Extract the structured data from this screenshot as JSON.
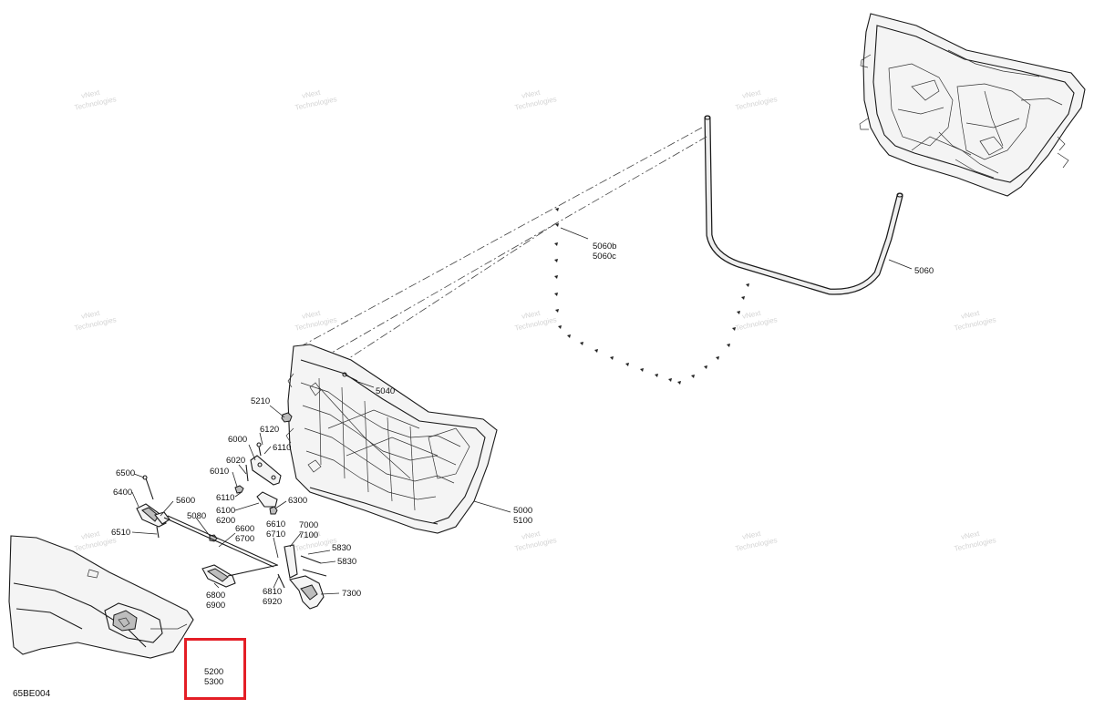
{
  "diagram_code": "65BE004",
  "watermark": {
    "line1": "vNext",
    "line2": "Technologies"
  },
  "highlight_color": "#e41e26",
  "callouts": [
    {
      "id": "c5060b",
      "lines": [
        "5060b",
        "5060c"
      ]
    },
    {
      "id": "c5060",
      "lines": [
        "5060"
      ]
    },
    {
      "id": "c5040",
      "lines": [
        "5040"
      ]
    },
    {
      "id": "c5210",
      "lines": [
        "5210"
      ]
    },
    {
      "id": "c6120",
      "lines": [
        "6120"
      ]
    },
    {
      "id": "c6000",
      "lines": [
        "6000"
      ]
    },
    {
      "id": "c6110a",
      "lines": [
        "6110"
      ]
    },
    {
      "id": "c6020",
      "lines": [
        "6020"
      ]
    },
    {
      "id": "c6010",
      "lines": [
        "6010"
      ]
    },
    {
      "id": "c6110b",
      "lines": [
        "6110"
      ]
    },
    {
      "id": "c6100",
      "lines": [
        "6100",
        "6200"
      ]
    },
    {
      "id": "c6300",
      "lines": [
        "6300"
      ]
    },
    {
      "id": "c6500",
      "lines": [
        "6500"
      ]
    },
    {
      "id": "c6400",
      "lines": [
        "6400"
      ]
    },
    {
      "id": "c5600",
      "lines": [
        "5600"
      ]
    },
    {
      "id": "c5080",
      "lines": [
        "5080"
      ]
    },
    {
      "id": "c6510",
      "lines": [
        "6510"
      ]
    },
    {
      "id": "c6600",
      "lines": [
        "6600",
        "6700"
      ]
    },
    {
      "id": "c6610",
      "lines": [
        "6610",
        "6710"
      ]
    },
    {
      "id": "c7000",
      "lines": [
        "7000",
        "7100"
      ]
    },
    {
      "id": "c5830a",
      "lines": [
        "5830"
      ]
    },
    {
      "id": "c5830b",
      "lines": [
        "5830"
      ]
    },
    {
      "id": "c7300",
      "lines": [
        "7300"
      ]
    },
    {
      "id": "c6800",
      "lines": [
        "6800",
        "6900"
      ]
    },
    {
      "id": "c6810",
      "lines": [
        "6810",
        "6920"
      ]
    },
    {
      "id": "c5000",
      "lines": [
        "5000",
        "5100"
      ]
    },
    {
      "id": "c5200",
      "lines": [
        "5200",
        "5300"
      ]
    }
  ]
}
